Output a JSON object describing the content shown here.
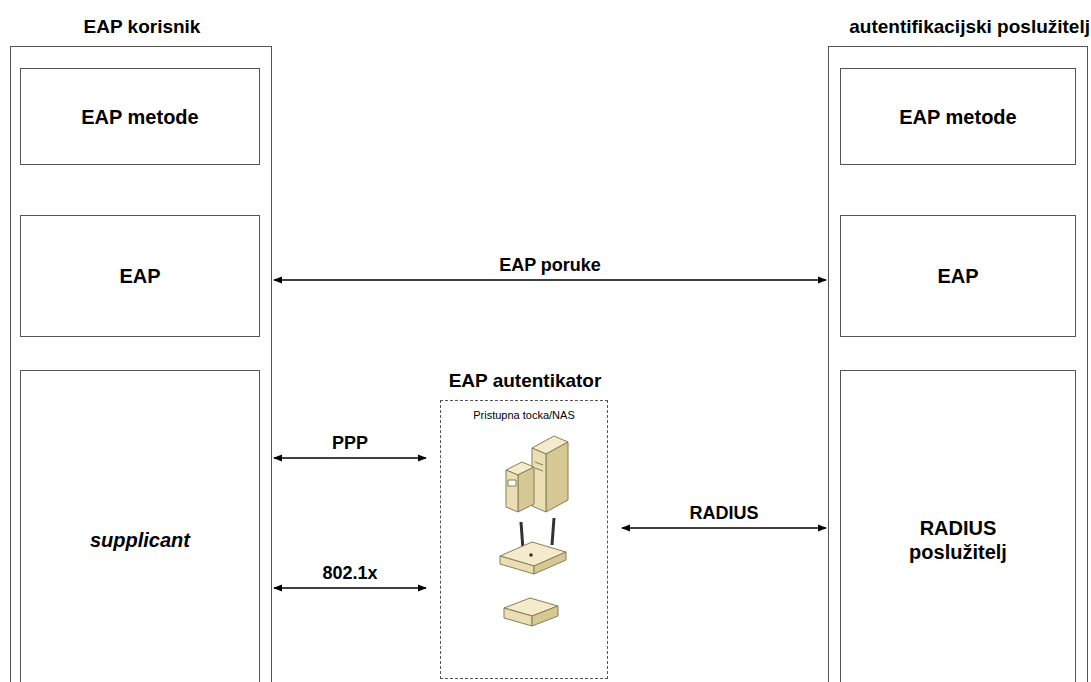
{
  "diagram": {
    "nodes": [
      {
        "text": [
          "EAP korisnik"
        ]
      },
      {
        "text": [
          "EAP metode"
        ],
        "in": 0
      },
      {
        "text": [
          "EAP"
        ],
        "in": 0
      },
      {
        "text": [
          "supplicant"
        ],
        "in": 0
      },
      {
        "text": [
          "autentifikacijski poslužitelj"
        ]
      },
      {
        "text": [
          "EAP metode"
        ],
        "in": 4
      },
      {
        "text": [
          "EAP"
        ],
        "in": 4
      },
      {
        "text": [
          "RADIUS poslužitelj"
        ],
        "in": 4
      },
      {
        "text": [
          "EAP autentikator",
          "Pristupna tocka/NAS"
        ]
      }
    ],
    "edges": [
      {
        "from": 2,
        "to": 6,
        "label": "EAP poruke",
        "arrow": "both"
      },
      {
        "from": 3,
        "to": 8,
        "label": "PPP",
        "arrow": "both"
      },
      {
        "from": 3,
        "to": 8,
        "label": "802.1x",
        "arrow": "both"
      },
      {
        "from": 8,
        "to": 7,
        "label": "RADIUS",
        "arrow": "both"
      }
    ]
  }
}
